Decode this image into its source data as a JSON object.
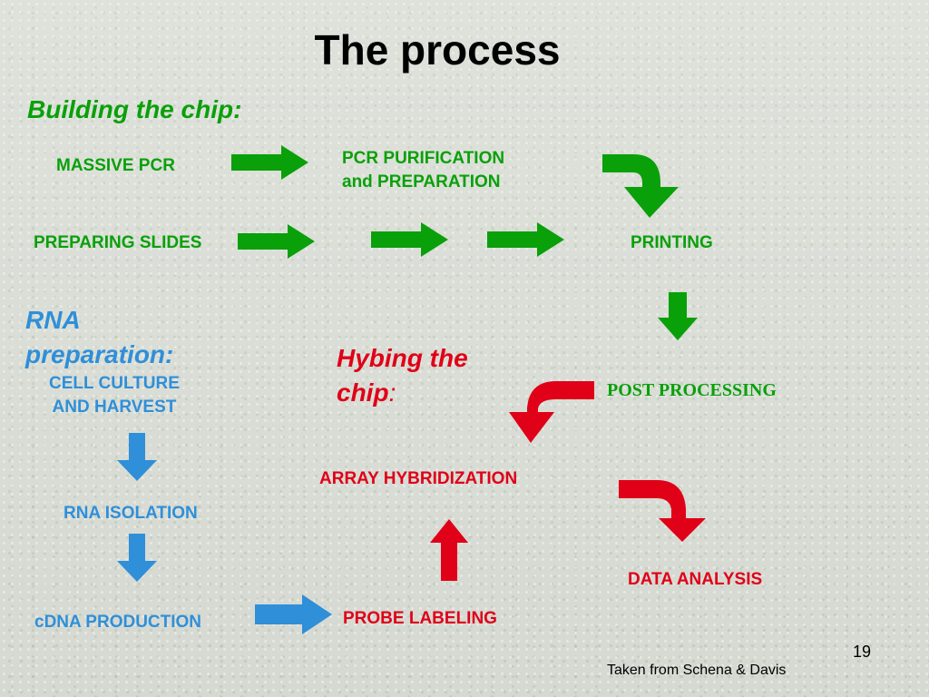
{
  "title": "The process",
  "building_chip": {
    "heading": "Building the chip:",
    "massive_pcr": "MASSIVE  PCR",
    "pcr_purification_line1": "PCR PURIFICATION",
    "pcr_purification_line2": "and PREPARATION",
    "preparing_slides": "PREPARING SLIDES",
    "printing": "PRINTING",
    "post_processing": "POST PROCESSING"
  },
  "rna_prep": {
    "heading_line1": "RNA",
    "heading_line2": "preparation:",
    "cell_culture_line1": "CELL CULTURE",
    "cell_culture_line2": "AND HARVEST",
    "rna_isolation": "RNA ISOLATION",
    "cdna_production": "cDNA PRODUCTION"
  },
  "hybing": {
    "heading_line1": "Hybing the",
    "heading_line2": "chip",
    "heading_colon": ":",
    "array_hybridization": "ARRAY HYBRIDIZATION",
    "probe_labeling": "PROBE LABELING",
    "data_analysis": "DATA ANALYSIS"
  },
  "footer": {
    "page_number": "19",
    "credit": "Taken from Schena & Davis"
  },
  "colors": {
    "green": "#0aa00a",
    "blue": "#2f8fd8",
    "red": "#e00018"
  }
}
